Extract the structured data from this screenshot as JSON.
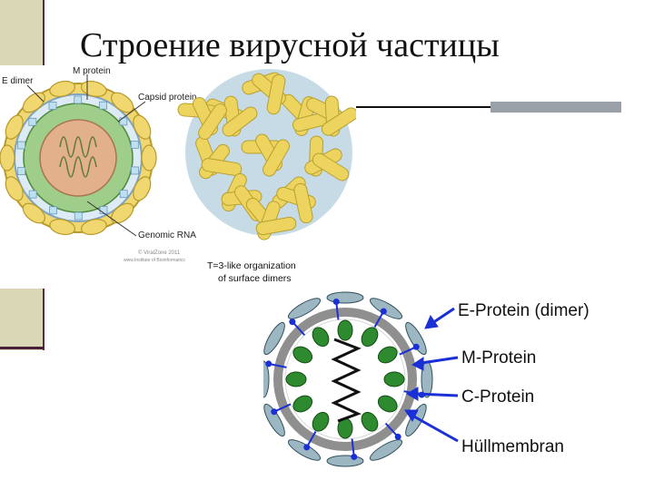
{
  "slide": {
    "title": "Строение вирусной частицы"
  },
  "figure_top": {
    "labels": {
      "e_dimer": "E dimer",
      "m_protein": "M protein",
      "capsid_protein": "Capsid protein",
      "genomic_rna": "Genomic RNA",
      "copyright": "© ViralZone 2011",
      "credit": "www.Institute of Bioinformatics",
      "organization_line1": "T=3-like organization",
      "organization_line2": "of surface dimers"
    }
  },
  "figure_bottom": {
    "labels": {
      "e_protein": "E-Protein (dimer)",
      "m_protein": "M-Protein",
      "c_protein": "C-Protein",
      "envelope": "Hüllmembran"
    }
  },
  "colors": {
    "sidebar": "#d9d7b6",
    "accent_line": "#5a2a4a",
    "arrow_blue": "#1a2fd6",
    "capsid_green": "#2e8a2e"
  }
}
